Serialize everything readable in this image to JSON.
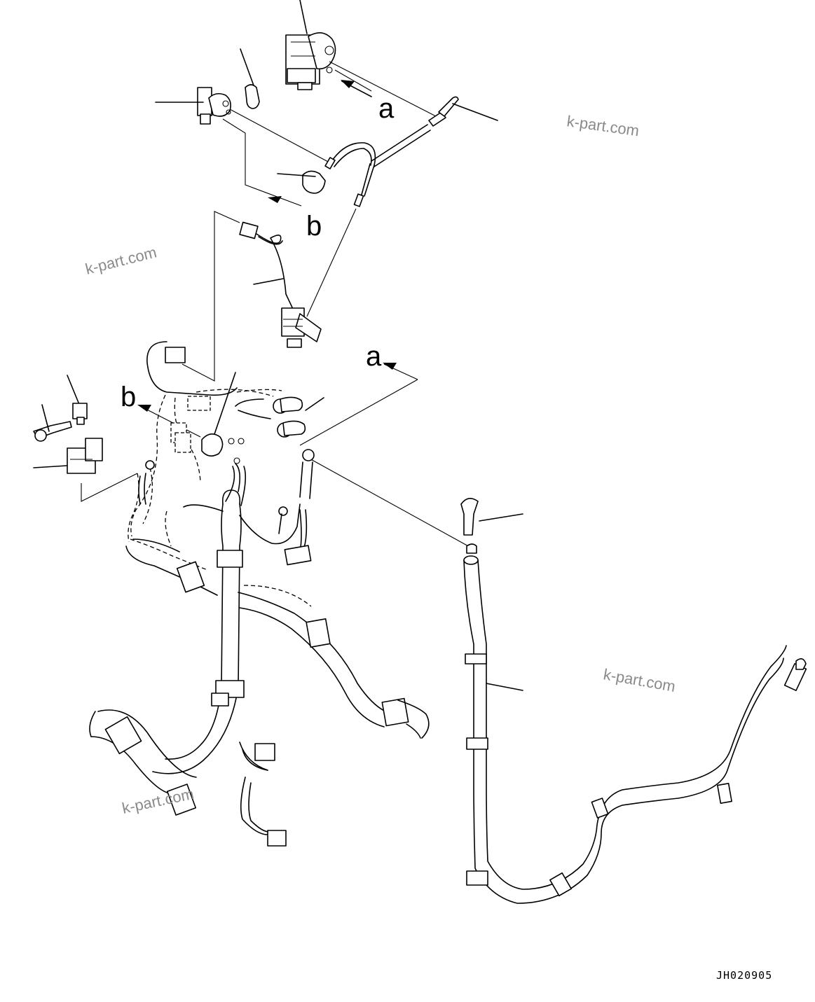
{
  "diagram": {
    "callout_labels": {
      "a_top": "a",
      "a_mid": "a",
      "b_mid": "b",
      "b_left": "b"
    },
    "watermark": "k-part.com",
    "drawing_code": "JH020905"
  }
}
